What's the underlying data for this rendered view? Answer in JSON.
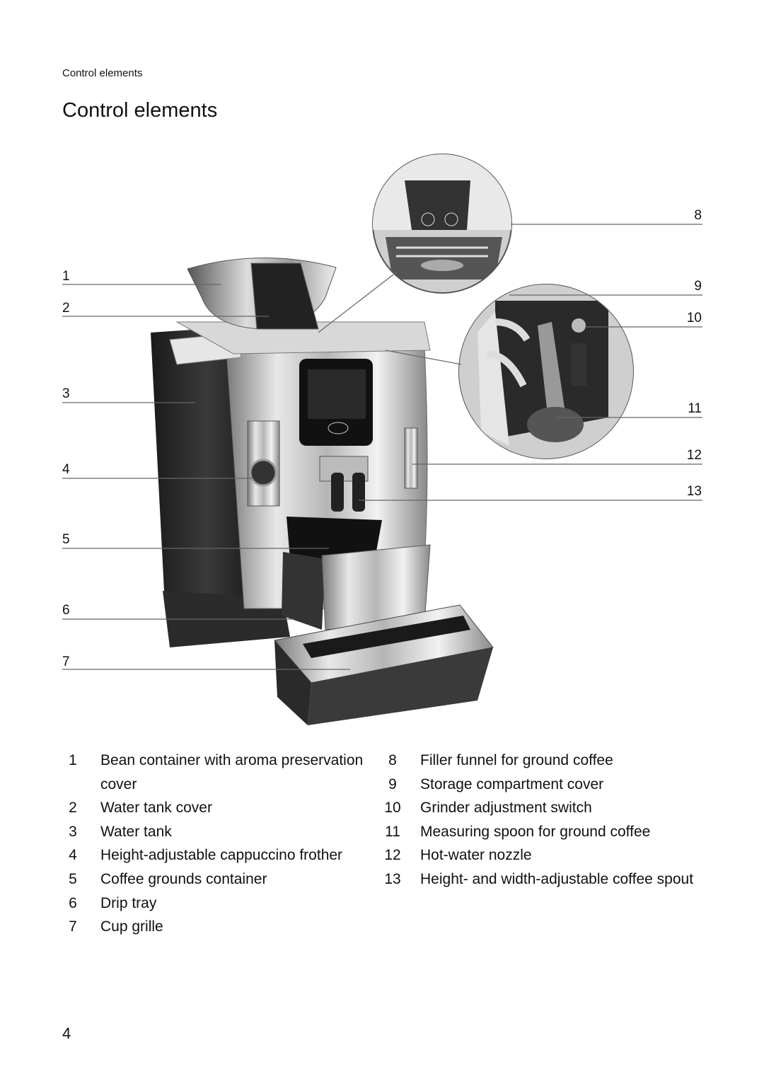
{
  "header": {
    "running_head": "Control elements"
  },
  "title": "Control elements",
  "callouts": [
    "1",
    "2",
    "3",
    "4",
    "5",
    "6",
    "7",
    "8",
    "9",
    "10",
    "11",
    "12",
    "13"
  ],
  "legend": [
    {
      "num": "1",
      "text": "Bean container with aroma preservation cover"
    },
    {
      "num": "2",
      "text": "Water tank cover"
    },
    {
      "num": "3",
      "text": "Water tank"
    },
    {
      "num": "4",
      "text": "Height-adjustable cappuccino frother"
    },
    {
      "num": "5",
      "text": "Coffee grounds container"
    },
    {
      "num": "6",
      "text": "Drip tray"
    },
    {
      "num": "7",
      "text": "Cup grille"
    },
    {
      "num": "8",
      "text": "Filler funnel for ground coffee"
    },
    {
      "num": "9",
      "text": "Storage compartment cover"
    },
    {
      "num": "10",
      "text": "Grinder adjustment switch"
    },
    {
      "num": "11",
      "text": "Measuring spoon for ground coffee"
    },
    {
      "num": "12",
      "text": "Hot-water nozzle"
    },
    {
      "num": "13",
      "text": "Height- and width-adjustable coffee spout"
    }
  ],
  "page_number": "4"
}
